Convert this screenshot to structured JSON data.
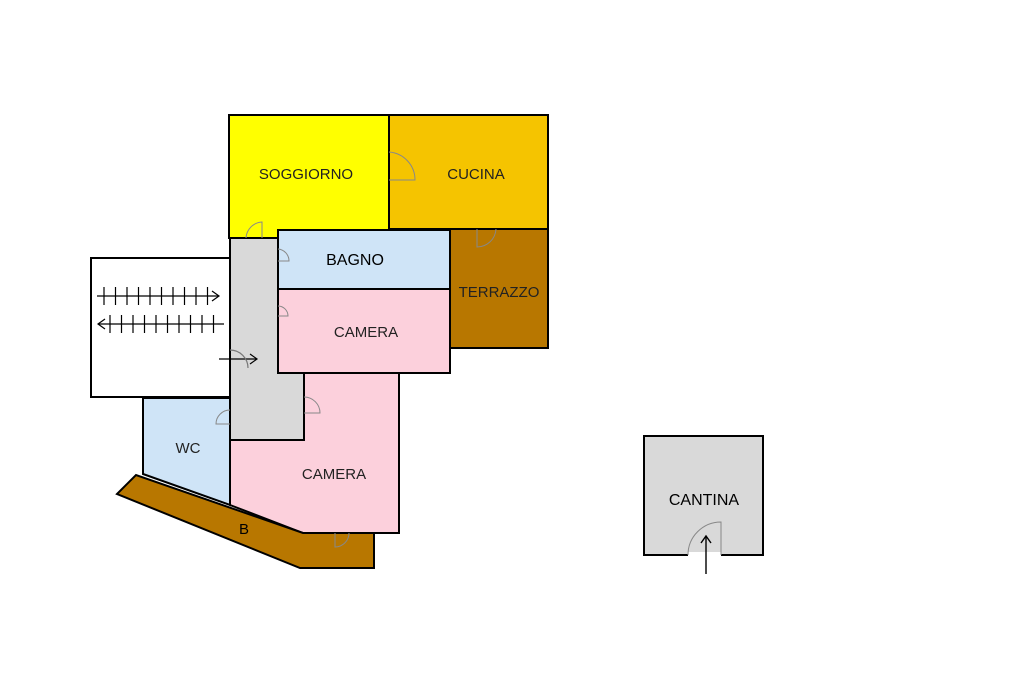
{
  "rooms": {
    "soggiorno": {
      "label": "SOGGIORNO",
      "color": "#ffff00"
    },
    "cucina": {
      "label": "CUCINA",
      "color": "#f5c400"
    },
    "terrazzo": {
      "label": "TERRAZZO",
      "color": "#b87700"
    },
    "bagno": {
      "label": "BAGNO",
      "color": "#cfe4f7"
    },
    "camera_1": {
      "label": "CAMERA",
      "color": "#fcd0dc"
    },
    "camera_2": {
      "label": "CAMERA",
      "color": "#fcd0dc"
    },
    "wc": {
      "label": "WC",
      "color": "#cfe4f7"
    },
    "balcone": {
      "label": "B",
      "color": "#b87700"
    },
    "corridoio": {
      "color": "#d9d9d9"
    },
    "cantina": {
      "label": "CANTINA",
      "color": "#d9d9d9"
    }
  },
  "colors": {
    "wall": "#000000",
    "door_arc": "#888888"
  }
}
